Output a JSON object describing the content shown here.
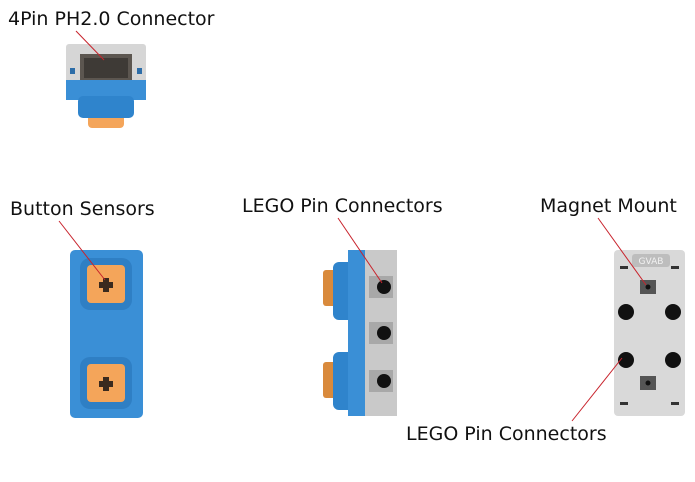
{
  "labels": {
    "connector": "4Pin PH2.0 Connector",
    "buttons": "Button Sensors",
    "lego_side": "LEGO Pin Connectors",
    "magnet": "Magnet Mount",
    "lego_back": "LEGO Pin Connectors",
    "back_marking": "GVAB"
  },
  "colors": {
    "blue": "#3a8fd6",
    "blue_dark": "#2f78b8",
    "orange": "#f4a55a",
    "orange_dark": "#d98a3c",
    "gray": "#d9d9d9",
    "gray_dark": "#bdbdbd",
    "leader_line": "#c8232c"
  }
}
